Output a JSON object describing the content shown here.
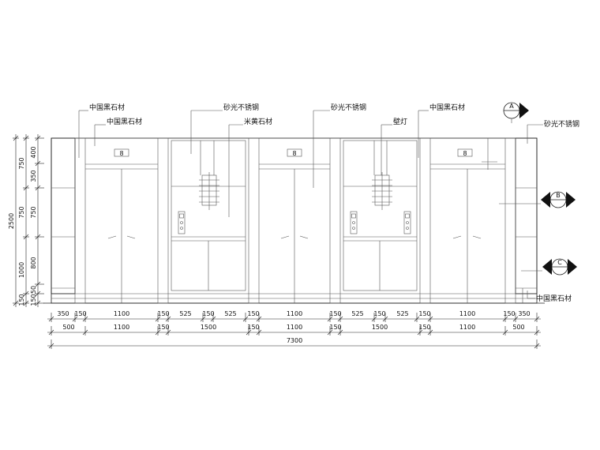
{
  "labels": {
    "black_granite_1": "中国黑石材",
    "black_granite_2": "中国黑石材",
    "sand_steel_1": "砂光不锈钢",
    "beige_stone": "米黄石材",
    "sand_steel_2": "砂光不锈钢",
    "wall_lamp": "壁灯",
    "black_granite_3": "中国黑石材",
    "sand_steel_3": "砂光不锈钢",
    "black_granite_4": "中国黑石材"
  },
  "markers": {
    "a": "A",
    "b": "B",
    "c": "C"
  },
  "floor_indicator": "8",
  "dims_bottom_row1": [
    "350",
    "150",
    "1100",
    "150",
    "525",
    "150",
    "525",
    "150",
    "1100",
    "150",
    "525",
    "150",
    "525",
    "150",
    "1100",
    "150",
    "350"
  ],
  "dims_bottom_row2": [
    "500",
    "1100",
    "150",
    "1500",
    "150",
    "1100",
    "150",
    "1500",
    "150",
    "1100",
    "500"
  ],
  "dim_total": "7300",
  "dims_left_inner": [
    "400",
    "350",
    "750",
    "800",
    "50",
    "150"
  ],
  "dims_left_mid": [
    "750",
    "750",
    "1000",
    "150"
  ],
  "dim_left_total": "2500"
}
